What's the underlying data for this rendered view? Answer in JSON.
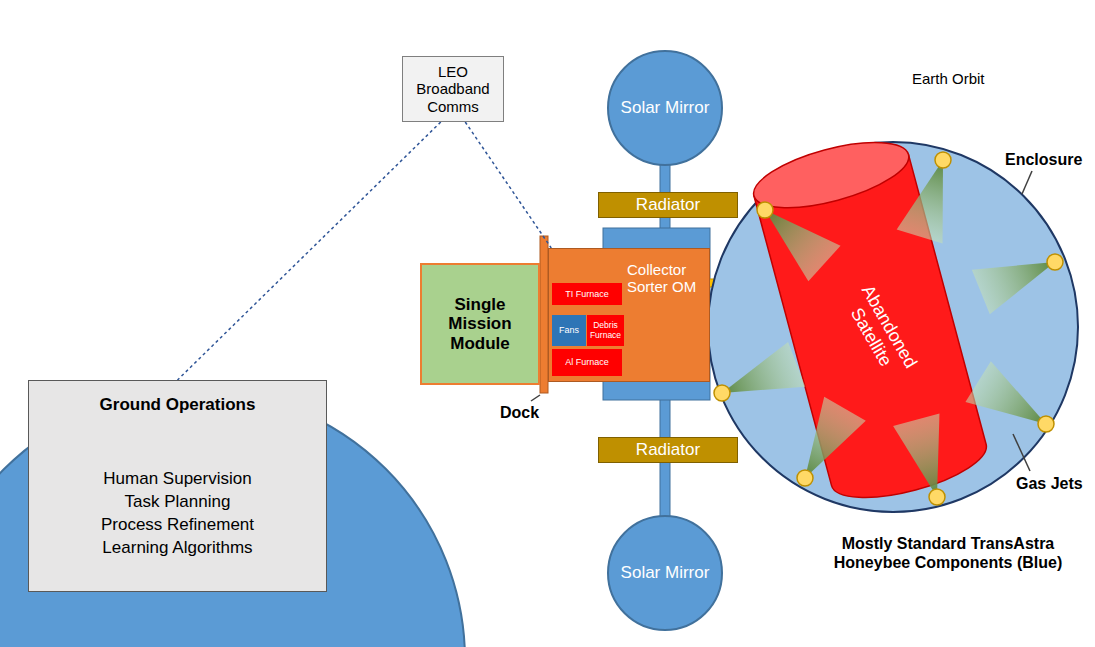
{
  "diagram": {
    "nodes": [
      {
        "text": [
          "LEO Broadband Comms"
        ]
      },
      {
        "text": [
          "Ground Operations",
          "Human Supervision",
          "Task Planning",
          "Process Refinement",
          "Learning Algorithms"
        ]
      },
      {
        "text": [
          "Solar Mirror"
        ]
      },
      {
        "text": [
          "Radiator"
        ]
      },
      {
        "text": [
          "Single Mission Module"
        ]
      },
      {
        "text": [
          "Collector Sorter OM"
        ]
      },
      {
        "text": [
          "TI Furnace"
        ],
        "in": 5
      },
      {
        "text": [
          "Fans"
        ],
        "in": 5
      },
      {
        "text": [
          "Debris Furnace"
        ],
        "in": 5
      },
      {
        "text": [
          "Al Furnace"
        ],
        "in": 5
      },
      {
        "text": [
          "Radiator"
        ]
      },
      {
        "text": [
          "Solar Mirror"
        ]
      },
      {
        "text": [
          "Abandoned Satellite"
        ]
      }
    ],
    "edges": [
      {
        "from": 0,
        "to": 1,
        "arrow": "none"
      },
      {
        "from": 0,
        "to": 5,
        "arrow": "none"
      }
    ],
    "labels": [
      "Dock",
      "Enclosure",
      "Gas Jets",
      "Earth Orbit",
      "Mostly Standard TransAstra Honeybee Components (Blue)"
    ]
  }
}
